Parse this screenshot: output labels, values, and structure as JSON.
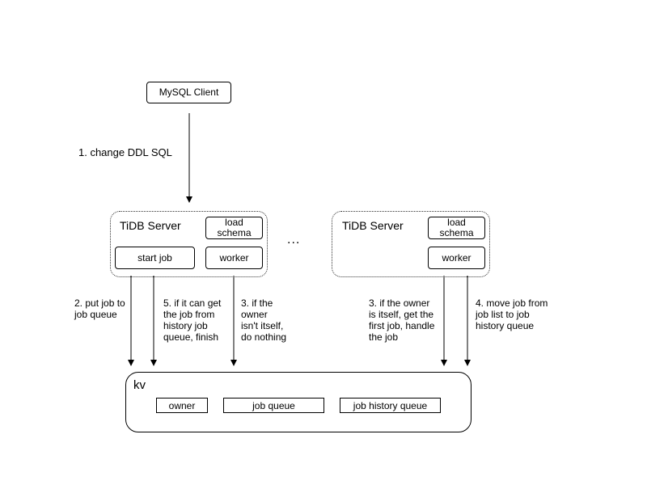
{
  "client": {
    "label": "MySQL Client"
  },
  "step_change_ddl": "1.  change DDL SQL",
  "server_left": {
    "title": "TiDB Server",
    "load_schema": "load\nschema",
    "start_job": "start job",
    "worker": "worker"
  },
  "ellipsis": "...",
  "server_right": {
    "title": "TiDB Server",
    "load_schema": "load\nschema",
    "worker": "worker"
  },
  "steps": {
    "put_job": "2. put job to\njob queue",
    "check_history": "5. if it can get\nthe job from\nhistory job\nqueue,  finish",
    "owner_not_itself": "3. if the\nowner\nisn't itself,\ndo nothing",
    "owner_is_itself": "3. if the owner\nis itself,  get the\nfirst job,  handle\nthe job",
    "move_job": "4. move job from\njob list to job\nhistory queue"
  },
  "kv": {
    "title": "kv",
    "owner": "owner",
    "job_queue": "job queue",
    "job_history_queue": "job history queue"
  }
}
